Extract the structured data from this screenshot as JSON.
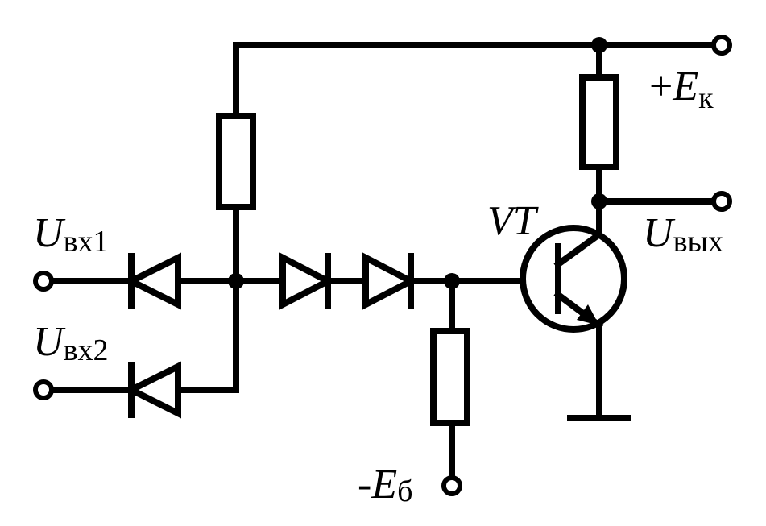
{
  "labels": {
    "ek_sign": "+",
    "ek_main": "E",
    "ek_sub": "к",
    "in1_main": "U",
    "in1_sub": "вх1",
    "in2_main": "U",
    "in2_sub": "вх2",
    "out_main": "U",
    "out_sub": "вых",
    "vt": "VT",
    "eb_sign": "-",
    "eb_main": "E",
    "eb_sub": "б"
  },
  "colors": {
    "ink": "#000000",
    "background": "#ffffff"
  }
}
